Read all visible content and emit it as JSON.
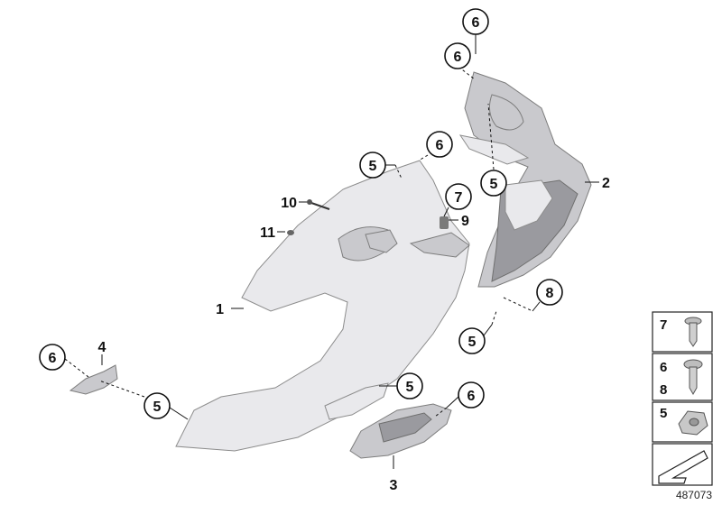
{
  "callouts": {
    "c1": "1",
    "c2": "2",
    "c3": "3",
    "c4": "4",
    "c5a": "5",
    "c5b": "5",
    "c5c": "5",
    "c5d": "5",
    "c5e": "5",
    "c6a": "6",
    "c6b": "6",
    "c6c": "6",
    "c6d": "6",
    "c6e": "6",
    "c7": "7",
    "c8": "8",
    "c9": "9",
    "c10": "10",
    "c11": "11"
  },
  "legend": {
    "row1": [
      "7"
    ],
    "row2": [
      "6",
      "8"
    ],
    "row3": [
      "5"
    ]
  },
  "reference_number": "487073"
}
